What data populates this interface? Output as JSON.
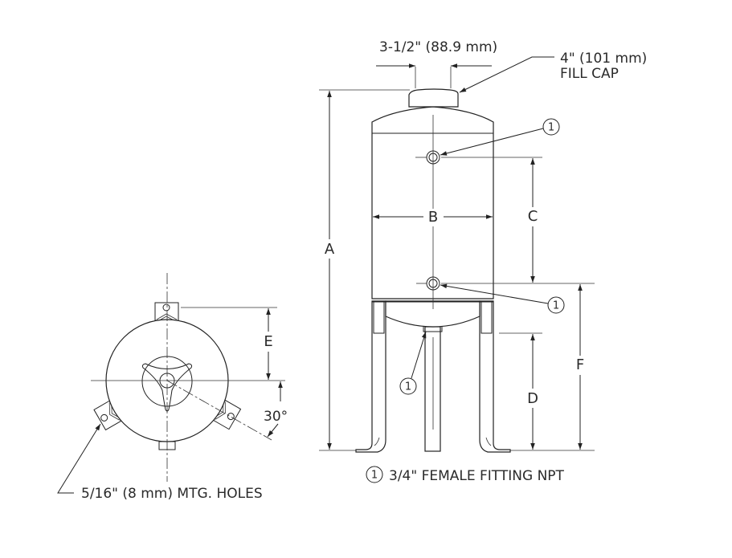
{
  "diagram": {
    "outlet_width_label": "3-1/2\" (88.9 mm)",
    "fill_cap_label_line1": "4\" (101 mm)",
    "fill_cap_label_line2": "FILL CAP",
    "dimension_labels": {
      "A": "A",
      "B": "B",
      "C": "C",
      "D": "D",
      "E": "E",
      "F": "F"
    },
    "angle_label": "30°",
    "callout_number": "1",
    "legend_text": "3/4\" FEMALE FITTING NPT",
    "mounting_holes_label": "5/16\" (8 mm) MTG. HOLES"
  }
}
